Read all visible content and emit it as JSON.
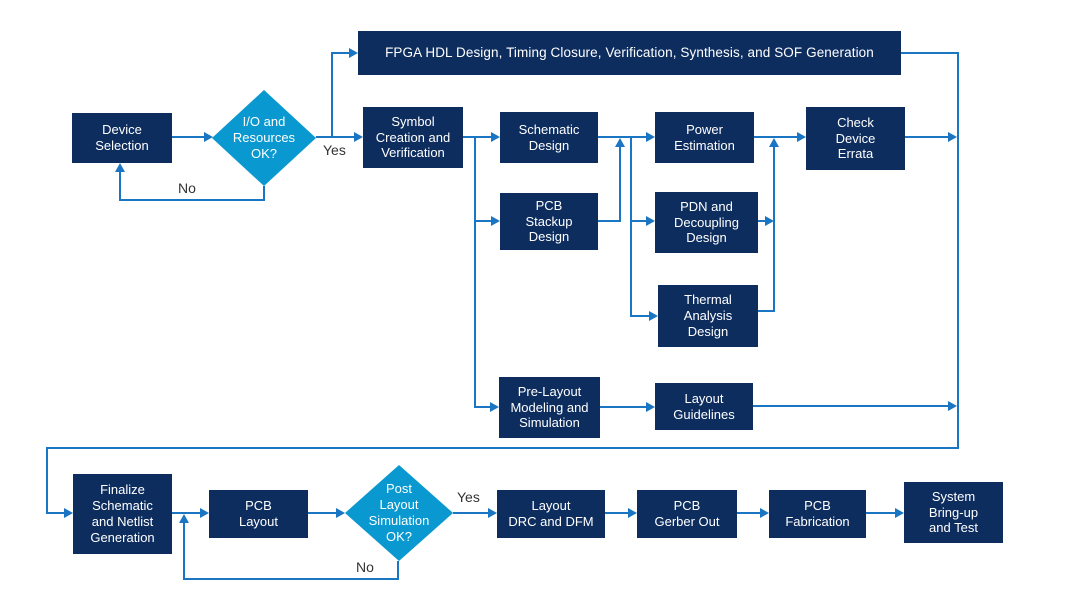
{
  "diagram": {
    "nodes": {
      "banner": {
        "label": "FPGA HDL Design, Timing Closure, Verification, Synthesis, and SOF Generation"
      },
      "device_selection": {
        "label": "Device\nSelection"
      },
      "io_resources_ok": {
        "label": "I/O and\nResources\nOK?"
      },
      "symbol_creation": {
        "label": "Symbol\nCreation and\nVerification"
      },
      "schematic_design": {
        "label": "Schematic\nDesign"
      },
      "pcb_stackup": {
        "label": "PCB\nStackup\nDesign"
      },
      "power_estimation": {
        "label": "Power\nEstimation"
      },
      "pdn_decoupling": {
        "label": "PDN and\nDecoupling\nDesign"
      },
      "thermal_analysis": {
        "label": "Thermal\nAnalysis\nDesign"
      },
      "check_device_errata": {
        "label": "Check\nDevice\nErrata"
      },
      "prelayout_modeling": {
        "label": "Pre-Layout\nModeling and\nSimulation"
      },
      "layout_guidelines": {
        "label": "Layout\nGuidelines"
      },
      "finalize_schematic": {
        "label": "Finalize\nSchematic\nand Netlist\nGeneration"
      },
      "pcb_layout": {
        "label": "PCB\nLayout"
      },
      "post_layout_sim_ok": {
        "label": "Post\nLayout\nSimulation\nOK?"
      },
      "layout_drc_dfm": {
        "label": "Layout\nDRC and DFM"
      },
      "pcb_gerber_out": {
        "label": "PCB\nGerber Out"
      },
      "pcb_fabrication": {
        "label": "PCB\nFabrication"
      },
      "system_bringup": {
        "label": "System\nBring-up\nand Test"
      }
    },
    "edge_labels": {
      "yes_io": "Yes",
      "no_io": "No",
      "yes_post_layout": "Yes",
      "no_post_layout": "No"
    },
    "colors": {
      "process_fill": "#0d2d5f",
      "decision_fill": "#0998cf",
      "connector": "#1a75c2",
      "node_text": "#ffffff",
      "label_text": "#333333",
      "background": "#ffffff"
    }
  }
}
